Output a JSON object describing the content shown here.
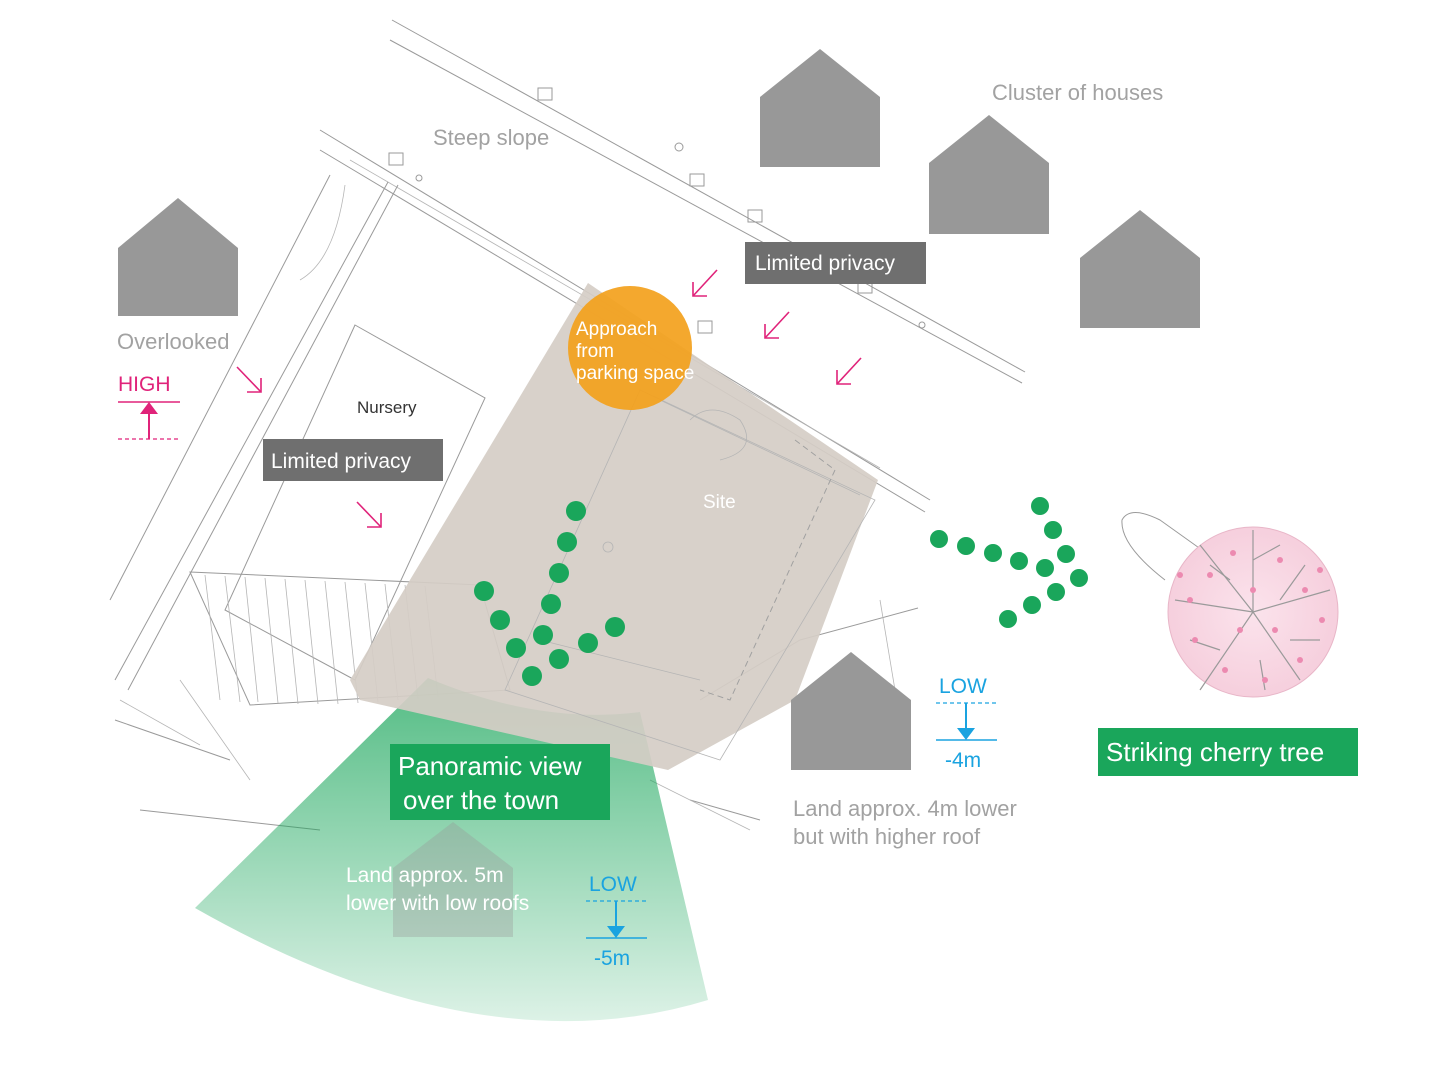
{
  "labels": {
    "steep_slope": "Steep slope",
    "cluster_of_houses": "Cluster of houses",
    "overlooked": "Overlooked",
    "nursery": "Nursery",
    "site": "Site",
    "limited_privacy_top": "Limited privacy",
    "limited_privacy_left": "Limited privacy",
    "approach": [
      "Approach",
      "from",
      "parking space"
    ],
    "panoramic_view": [
      "Panoramic view",
      "over the town"
    ],
    "land_5m": [
      "Land approx. 5m",
      "lower with low roofs"
    ],
    "land_4m": [
      "Land approx. 4m lower",
      "but with higher roof"
    ],
    "cherry_tree": "Striking cherry tree"
  },
  "level_markers": {
    "high": {
      "label": "HIGH"
    },
    "low_4m": {
      "label": "LOW",
      "value": "-4m"
    },
    "low_5m": {
      "label": "LOW",
      "value": "-5m"
    }
  },
  "colors": {
    "house": "#989898",
    "label_box": "#6f6f6f",
    "site": "#d5cdc6",
    "approach": "#f3a11c",
    "green": "#1aa65b",
    "pink": "#e0237a",
    "blue": "#1aa3e0",
    "cherry_pink": "#f7d2e0"
  }
}
